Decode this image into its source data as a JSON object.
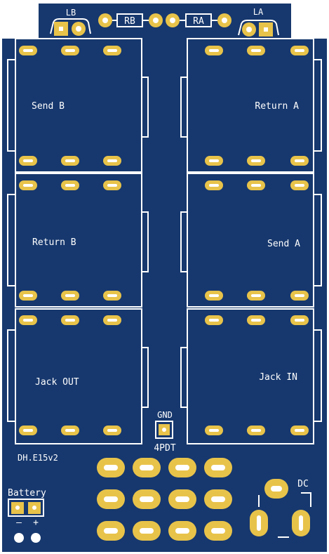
{
  "board": {
    "colors": {
      "copper": "#17386e",
      "silk": "#ffffff",
      "pad": "#e8c34a",
      "background": "#ffffff"
    }
  },
  "labels": {
    "lb": "LB",
    "la": "LA",
    "rb": "RB",
    "ra": "RA",
    "send_b": "Send B",
    "return_a": "Return A",
    "return_b": "Return B",
    "send_a": "Send A",
    "jack_out": "Jack OUT",
    "jack_in": "Jack IN",
    "gnd": "GND",
    "switch": "4PDT",
    "board_name": "DH.E15v2",
    "battery": "Battery",
    "minus": "–",
    "plus": "+",
    "dc": "DC"
  }
}
